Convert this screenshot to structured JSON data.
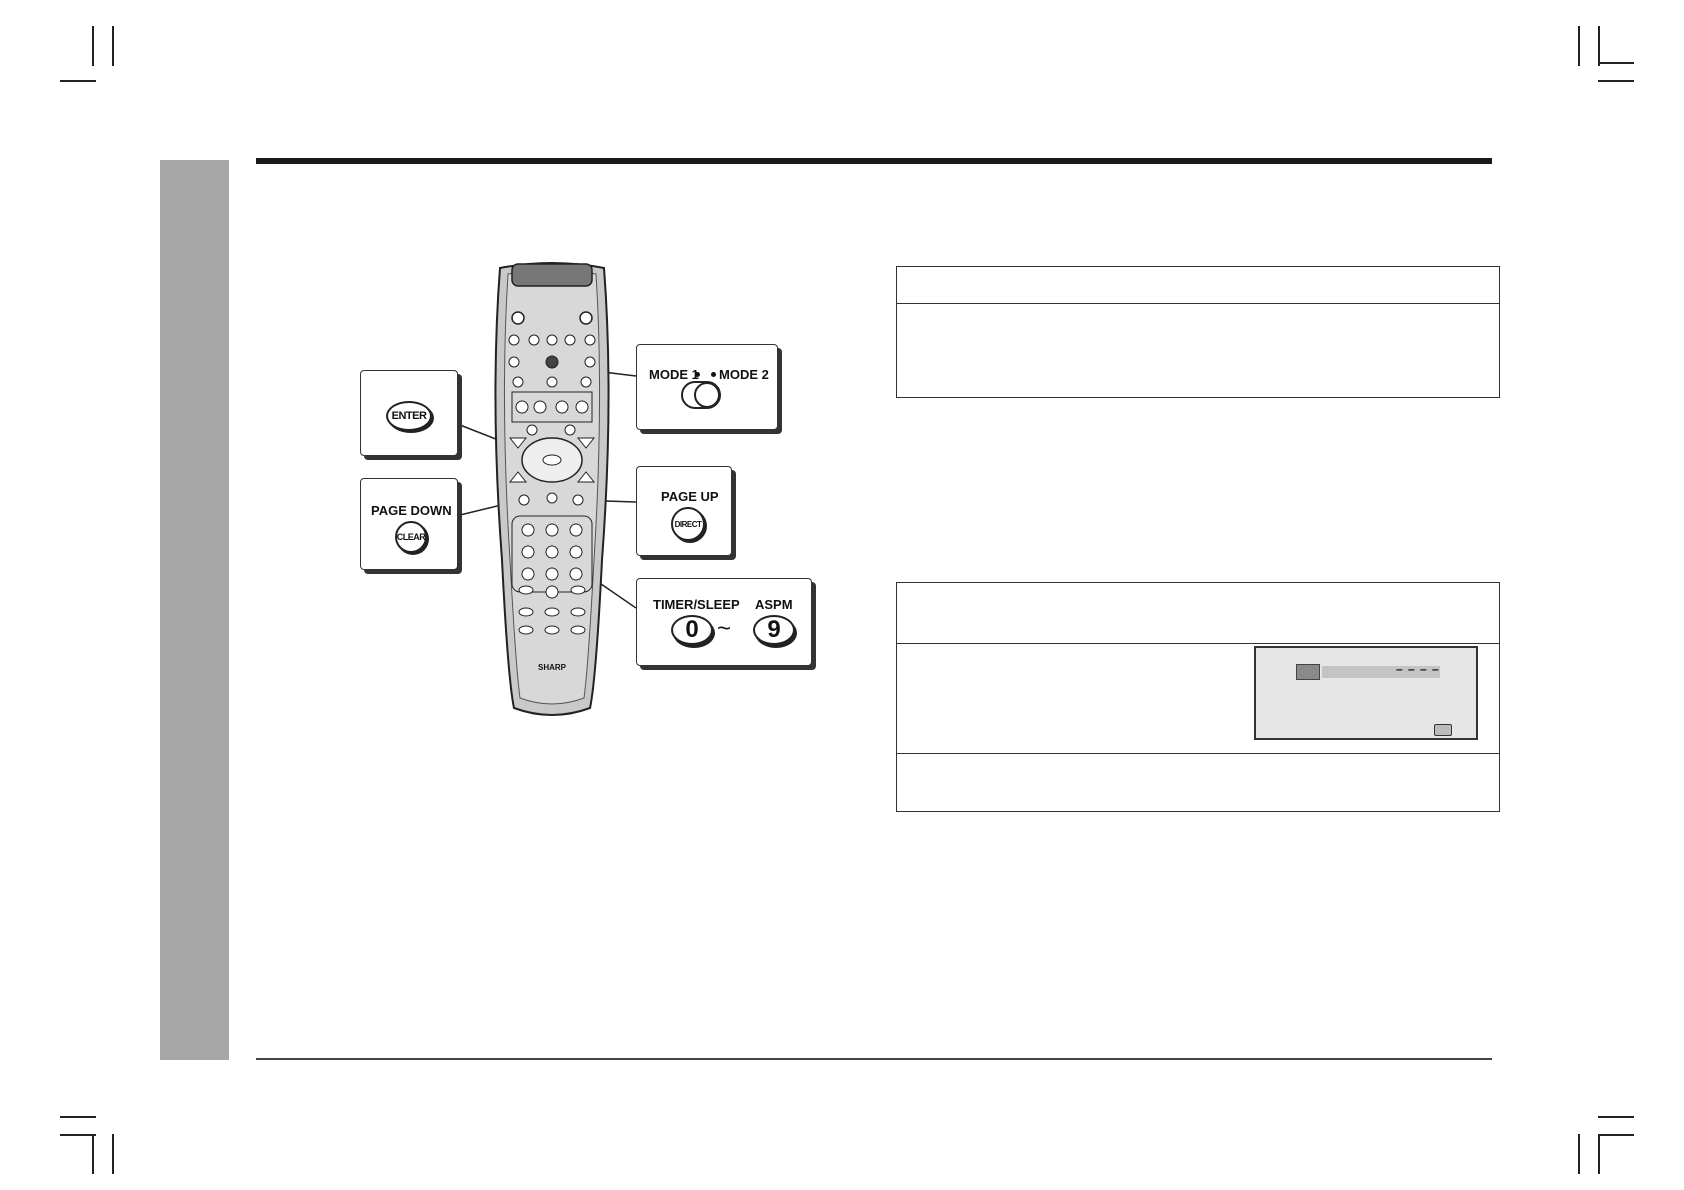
{
  "callouts": {
    "mode": {
      "mode1": "MODE 1",
      "mode2": "MODE 2"
    },
    "enter": {
      "button": "ENTER"
    },
    "page_down": {
      "label": "PAGE DOWN",
      "button": "CLEAR"
    },
    "page_up": {
      "label": "PAGE UP",
      "button": "DIRECT"
    },
    "timer": {
      "label_left": "TIMER/SLEEP",
      "label_right": "ASPM",
      "key_left": "0",
      "tilde": "~",
      "key_right": "9"
    }
  },
  "screen": {
    "dashes": "– – – –"
  },
  "remote": {
    "brand": "SHARP"
  },
  "colors": {
    "sidebar": "#a6a6a6",
    "remote_body": "#c9c9c9",
    "screen_bg": "#e6e6e6"
  }
}
